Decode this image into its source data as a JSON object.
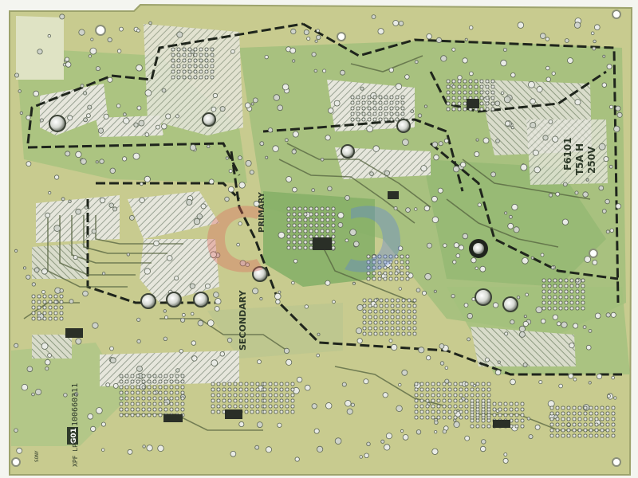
{
  "board": {
    "colors": {
      "background": "#f4f5f0",
      "substrate": "#c9cc93",
      "mask_green": "#9fc07a",
      "mask_dark": "#6f9a52",
      "copper_hatch": "#e3e3d8",
      "trace_dark": "#232820",
      "solder": "#d8dbd6",
      "watermark_red": "#e0605a",
      "watermark_blue": "#5a7fe0"
    },
    "labels": {
      "primary": "PRIMARY",
      "secondary": "SECONDARY",
      "fuse_rating_1": "F6101",
      "fuse_rating_2": "T5A H",
      "fuse_rating_3": "250V",
      "part_number": "100660311",
      "board_code": "G01",
      "board_name": "XPF LPC",
      "brand": "SONY"
    },
    "icons": [
      "solder-pad-icon",
      "ic-chip-icon",
      "mounting-hole-icon",
      "watermark-logo-icon"
    ]
  }
}
